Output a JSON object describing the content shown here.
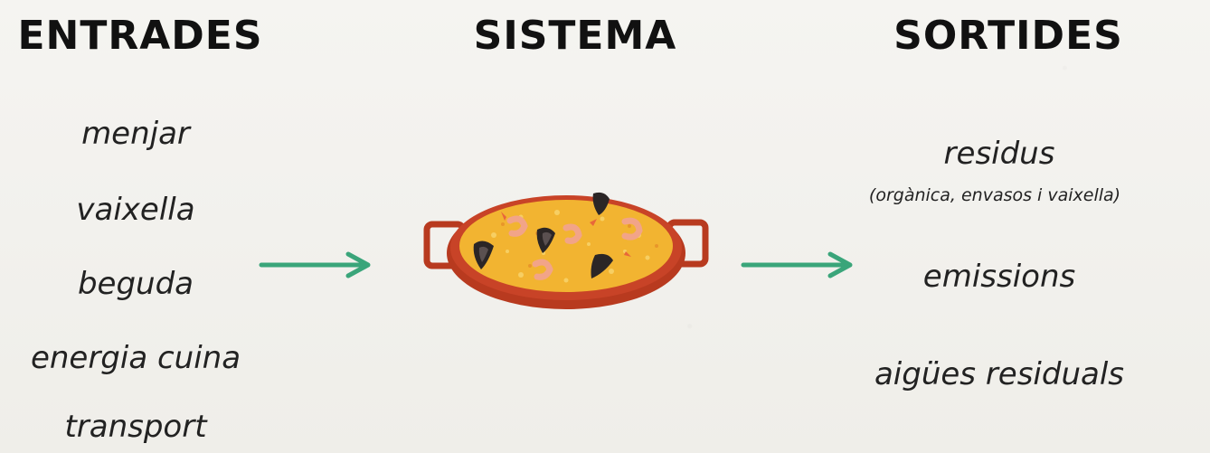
{
  "columns": {
    "inputs": {
      "title": "ENTRADES",
      "items": [
        "menjar",
        "vaixella",
        "beguda",
        "energia cuina",
        "transport"
      ]
    },
    "system": {
      "title": "SISTEMA",
      "icon": "paella-pan-icon"
    },
    "outputs": {
      "title": "SORTIDES",
      "items": [
        {
          "label": "residus",
          "note": "(orgànica, envasos i vaixella)"
        },
        {
          "label": "emissions"
        },
        {
          "label": "aigües residuals"
        }
      ]
    }
  },
  "colors": {
    "arrow": "#3aa57a",
    "pan": "#b83a1f",
    "rice": "#f2b431",
    "mussel": "#2b2626",
    "shrimp": "#f2a488"
  }
}
